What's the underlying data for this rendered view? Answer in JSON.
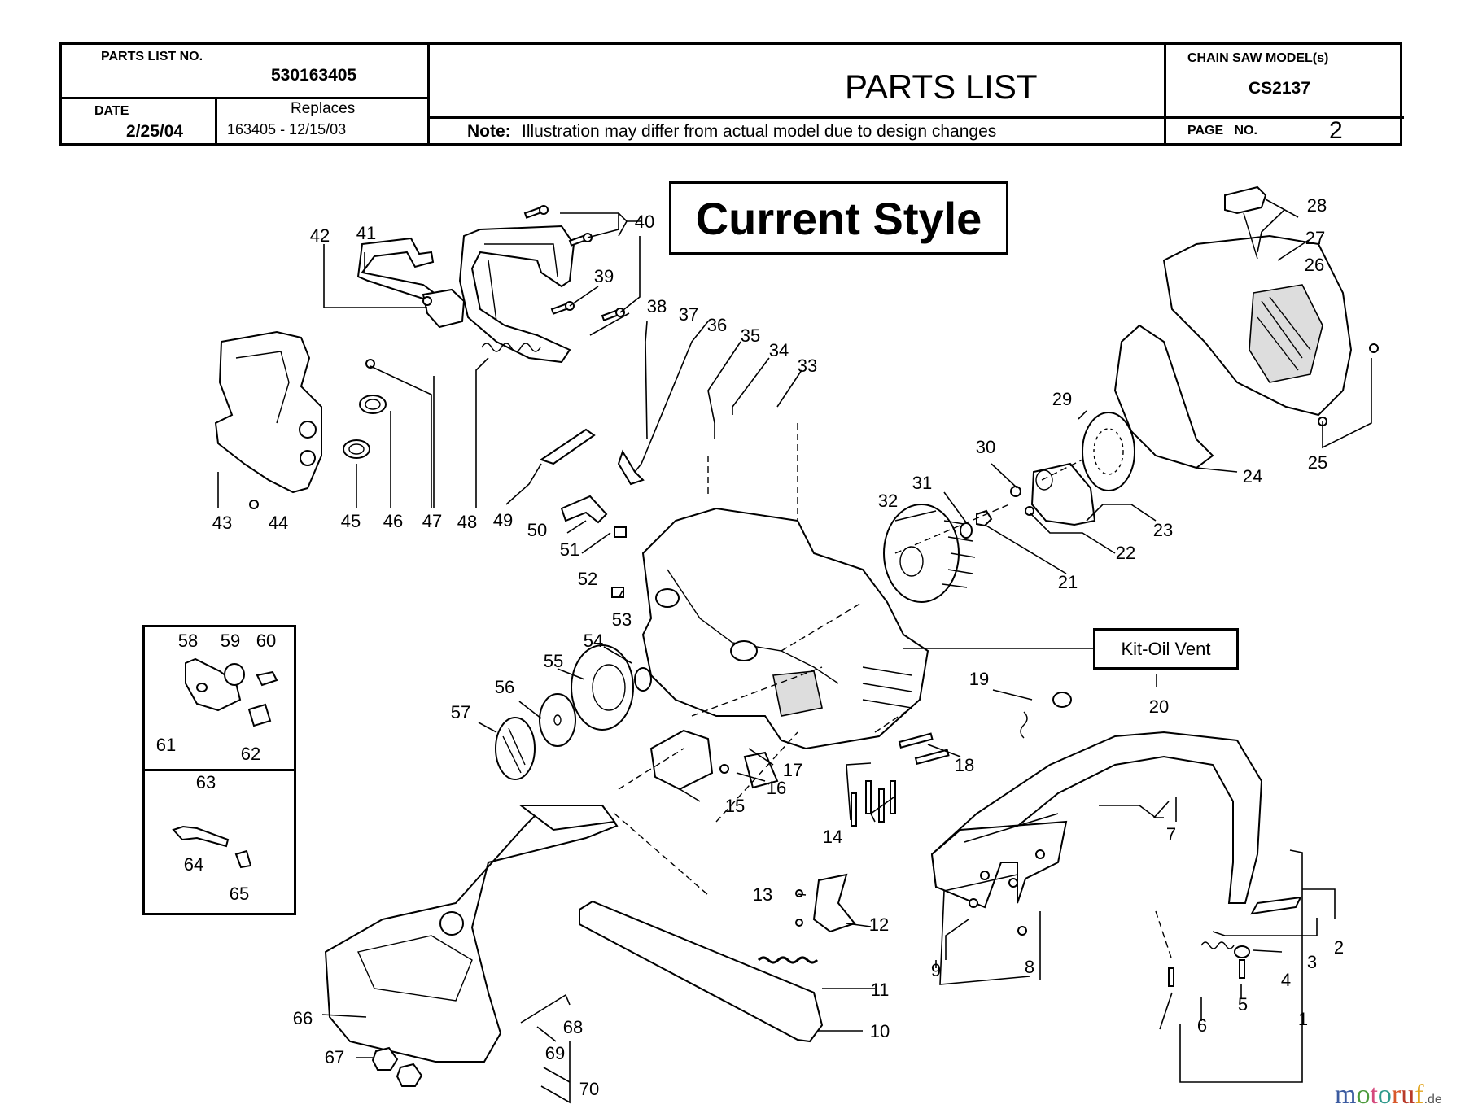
{
  "header": {
    "parts_list_no_label": "PARTS LIST NO.",
    "parts_list_no": "530163405",
    "date_label": "DATE",
    "date": "2/25/04",
    "replaces_label": "Replaces",
    "replaces": "163405 - 12/15/03",
    "title": "PARTS LIST",
    "note_label": "Note:",
    "note_text": "Illustration may differ from actual model due to design changes",
    "model_label": "CHAIN SAW MODEL(s)",
    "model": "CS2137",
    "page_label": "PAGE   NO.",
    "page_no": "2"
  },
  "diagram": {
    "style_banner": "Current Style",
    "kit_label": "Kit-Oil Vent",
    "callouts": [
      "1",
      "2",
      "3",
      "4",
      "5",
      "6",
      "7",
      "8",
      "9",
      "10",
      "11",
      "12",
      "13",
      "14",
      "15",
      "16",
      "17",
      "18",
      "19",
      "20",
      "21",
      "22",
      "23",
      "24",
      "25",
      "26",
      "27",
      "28",
      "29",
      "30",
      "31",
      "32",
      "33",
      "34",
      "35",
      "36",
      "37",
      "38",
      "39",
      "40",
      "41",
      "42",
      "43",
      "44",
      "45",
      "46",
      "47",
      "48",
      "49",
      "50",
      "51",
      "52",
      "53",
      "54",
      "55",
      "56",
      "57",
      "58",
      "59",
      "60",
      "61",
      "62",
      "63",
      "64",
      "65",
      "66",
      "67",
      "68",
      "69",
      "70"
    ]
  },
  "watermark": {
    "letters": [
      "m",
      "o",
      "t",
      "o",
      "r",
      "u",
      "f"
    ],
    "colors": [
      "#3b5ba0",
      "#4b9a3a",
      "#d4487c",
      "#2f9a8c",
      "#d8582a",
      "#b83a2a",
      "#e2a41e"
    ],
    "suffix": ".de"
  }
}
